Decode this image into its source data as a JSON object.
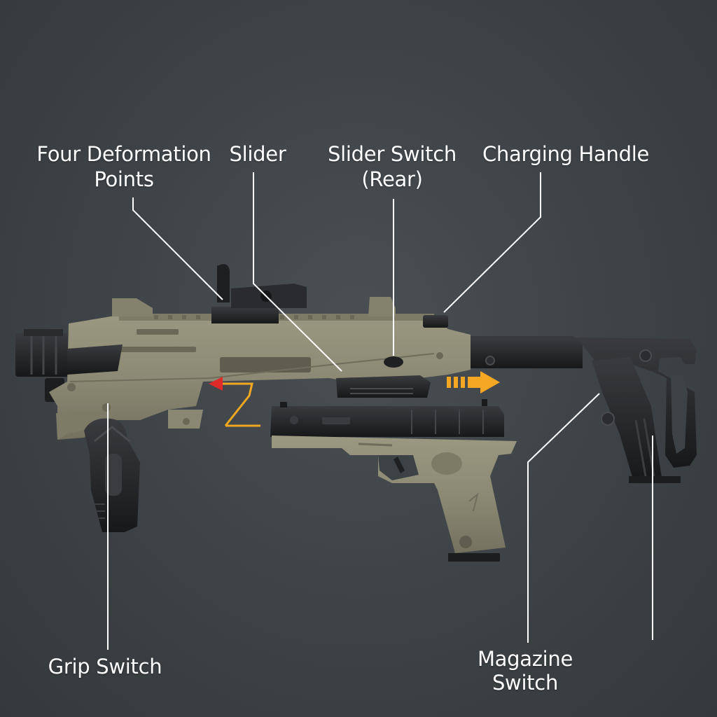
{
  "colors": {
    "background": "#3d4246",
    "tan_body": "#8c8a74",
    "tan_dark": "#6f6d5b",
    "black_parts": "#1f2022",
    "leader_line": "#ffffff",
    "arrow_red": "#e02a2a",
    "arrow_yellow": "#f0a820",
    "arrow_orange": "#f5a623"
  },
  "labels": {
    "four_deformation_points": [
      "Four Deformation",
      "Points"
    ],
    "slider": "Slider",
    "slider_switch_rear": [
      "Slider Switch",
      "(Rear)"
    ],
    "charging_handle": "Charging Handle",
    "grip_switch": "Grip Switch",
    "magazine_switch": [
      "Magazine",
      "Switch"
    ]
  }
}
